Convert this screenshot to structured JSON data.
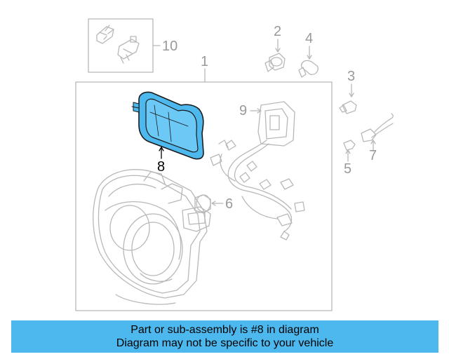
{
  "labels": {
    "l1": "1",
    "l2": "2",
    "l3": "3",
    "l4": "4",
    "l5": "5",
    "l6": "6",
    "l7": "7",
    "l8": "8",
    "l9": "9",
    "l10": "10"
  },
  "highlight": {
    "part": "8",
    "color": "#4db8ee"
  },
  "banner": {
    "line1": "Part or sub-assembly is #8 in diagram",
    "line2": "Diagram may not be specific to your vehicle",
    "color": "#4db8ee"
  }
}
